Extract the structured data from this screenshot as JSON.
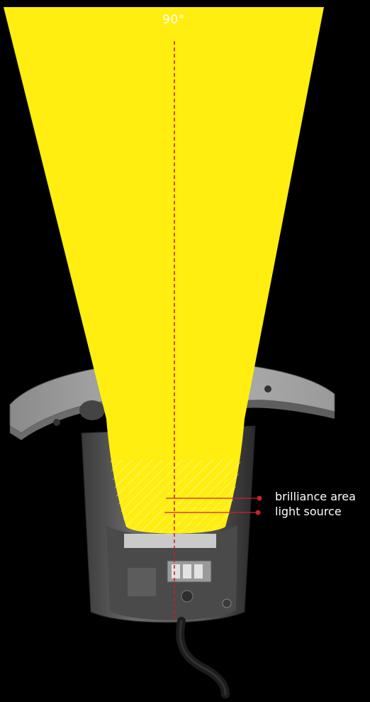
{
  "diagram": {
    "beam_angle_label": "90°",
    "callouts": [
      {
        "label": "brilliance area"
      },
      {
        "label": "light source"
      }
    ],
    "colors": {
      "background": "#000000",
      "beam": "#FFEE10",
      "accent_line": "#D01E2A",
      "housing": "#6E6E6E"
    }
  }
}
